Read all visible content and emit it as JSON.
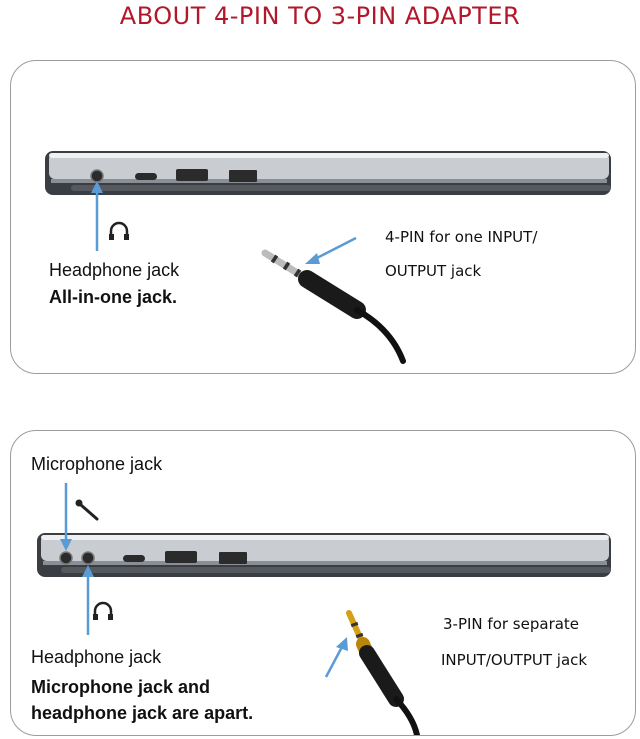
{
  "title": "ABOUT 4-PIN TO 3-PIN ADAPTER",
  "panel_top": {
    "headphone_label": "Headphone jack",
    "allinone_label": "All-in-one jack.",
    "plug_caption_line1": "4-PIN for one INPUT/",
    "plug_caption_line2": "OUTPUT jack",
    "headphone_symbol": "headphone-icon"
  },
  "panel_bottom": {
    "microphone_label": "Microphone jack",
    "headphone_label": "Headphone jack",
    "apart_line1": "Microphone jack and",
    "apart_line2": "headphone jack are apart.",
    "plug_caption_line1": "3-PIN for separate",
    "plug_caption_line2": "INPUT/OUTPUT jack",
    "headphone_symbol": "headphone-icon",
    "microphone_symbol": "microphone-icon"
  },
  "colors": {
    "title": "#b2182b",
    "arrow": "#5b9bd5",
    "panel_border": "#9c9c9c",
    "laptop_body": "#c9cdd1",
    "plug_gold": "#d4a017"
  }
}
